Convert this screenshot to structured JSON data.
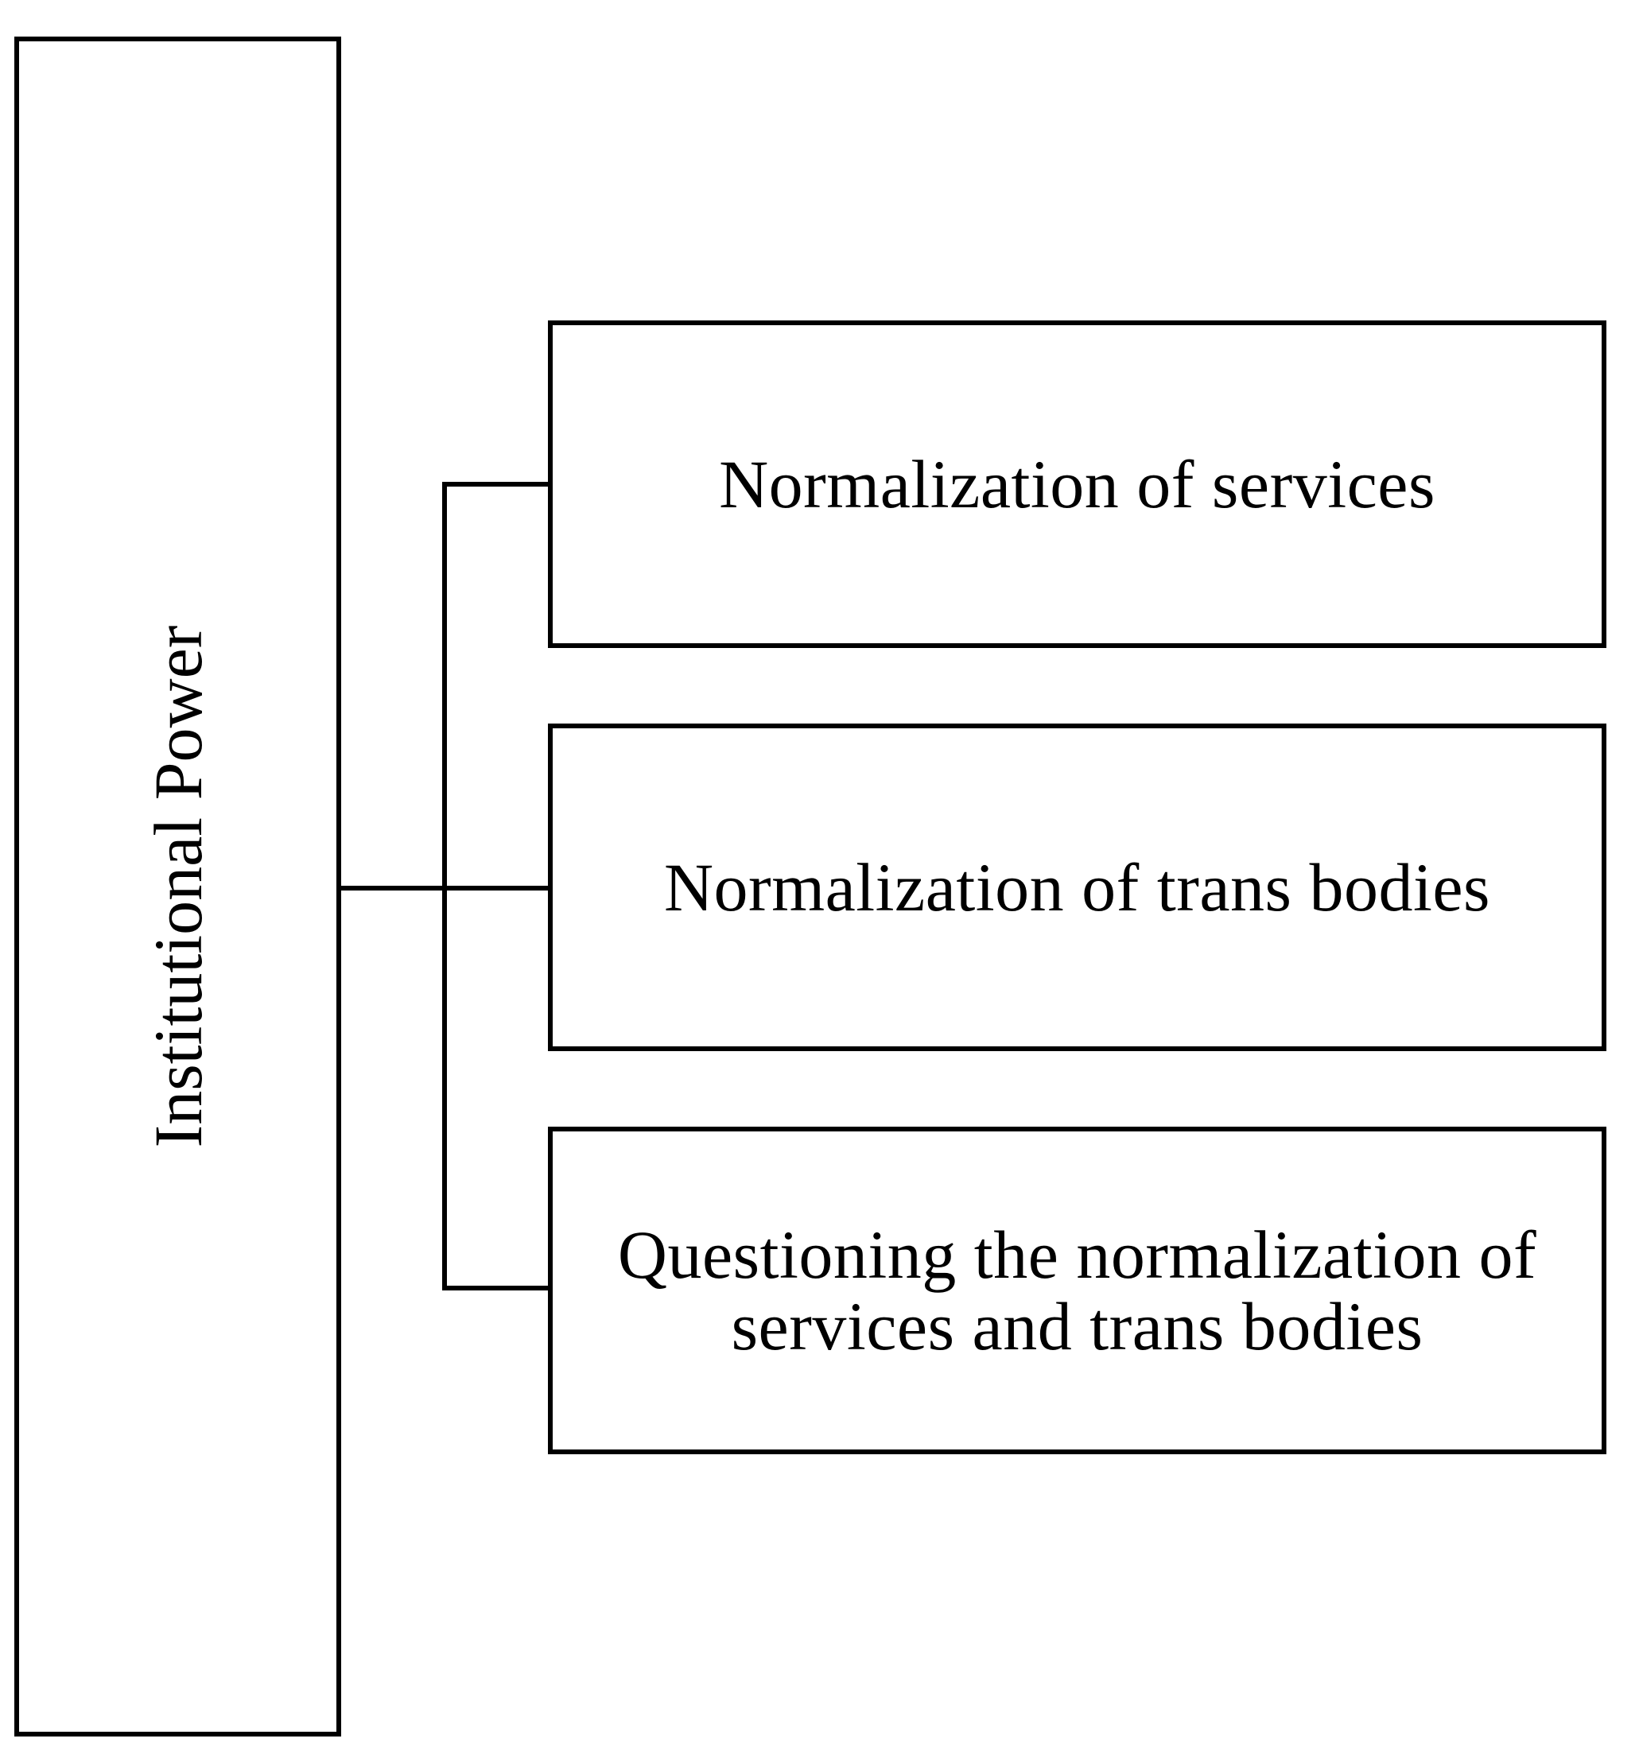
{
  "diagram": {
    "root": {
      "label": "Institutional Power"
    },
    "children": [
      {
        "label": "Normalization of services"
      },
      {
        "label": "Normalization of trans bodies"
      },
      {
        "label": "Questioning the normalization of services and trans bodies"
      }
    ]
  },
  "colors": {
    "stroke": "#000000",
    "background": "#ffffff"
  }
}
